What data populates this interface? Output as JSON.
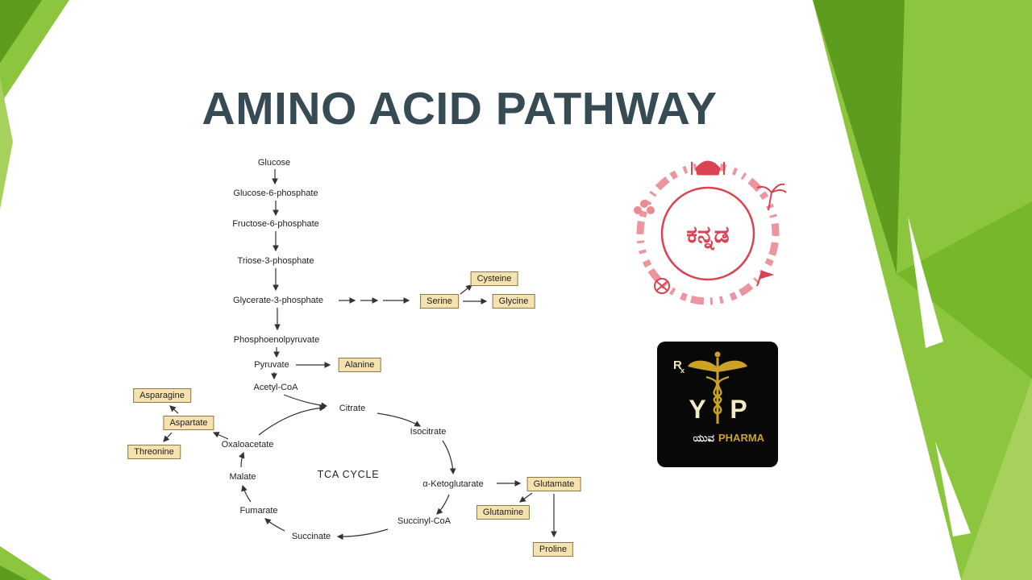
{
  "colors": {
    "green-bright": "#8CC63E",
    "green-mid": "#76B82A",
    "green-dark": "#5E9C1E",
    "green-pale": "#A8D05C",
    "title-color": "#374B55",
    "box-fill": "#F6E2AE",
    "box-border": "#8A784A",
    "arrow-color": "#333333",
    "logo-red": "#D94352",
    "logo-red-light": "#E98A94",
    "gold": "#C9A227",
    "pharma-bg": "#080808"
  },
  "title": "AMINO ACID PATHWAY",
  "pathway": {
    "glycolysis": [
      "Glucose",
      "Glucose-6-phosphate",
      "Fructose-6-phosphate",
      "Triose-3-phosphate",
      "Glycerate-3-phosphate",
      "Phosphoenolpyruvate",
      "Pyruvate",
      "Acetyl-CoA"
    ],
    "tca_label": "TCA CYCLE",
    "tca": [
      "Citrate",
      "Isocitrate",
      "α-Ketoglutarate",
      "Succinyl-CoA",
      "Succinate",
      "Fumarate",
      "Malate",
      "Oxaloacetate"
    ],
    "amino_acids": {
      "cysteine": "Cysteine",
      "serine": "Serine",
      "glycine": "Glycine",
      "alanine": "Alanine",
      "asparagine": "Asparagine",
      "aspartate": "Aspartate",
      "threonine": "Threonine",
      "glutamate": "Glutamate",
      "glutamine": "Glutamine",
      "proline": "Proline"
    }
  },
  "kannada_badge": {
    "text": "ಕನ್ನಡ"
  },
  "pharma_logo": {
    "rx": "R",
    "rx_sub": "x",
    "letter_left": "Y",
    "letter_right": "P",
    "caption_kannada": "ಯುವ",
    "caption_latin": "PHARMA"
  }
}
